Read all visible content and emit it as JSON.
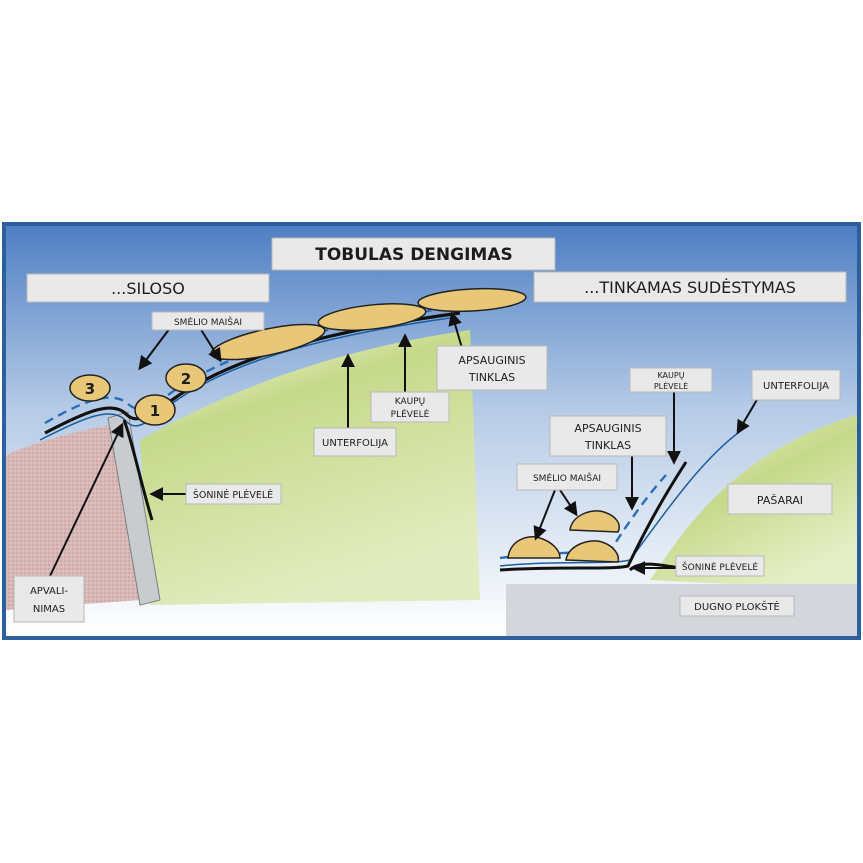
{
  "title": "TOBULAS DENGIMAS",
  "left_panel": {
    "heading": "...SILOSO",
    "labels": {
      "sand_bags": "SMĖLIO MAIŠAI",
      "protective_net_1": "APSAUGINIS",
      "protective_net_2": "TINKLAS",
      "pile_film_1": "KAUPŲ",
      "pile_film_2": "PLĖVELĖ",
      "underfoil": "UNTERFOLIJA",
      "side_film": "ŠONINĖ PLĖVELĖ",
      "rounding_1": "APVALI-",
      "rounding_2": "NIMAS"
    },
    "bag_numbers": [
      "1",
      "2",
      "3"
    ]
  },
  "right_panel": {
    "heading": "...TINKAMAS SUDĖSTYMAS",
    "labels": {
      "pile_film_1": "KAUPŲ",
      "pile_film_2": "PLĖVELĖ",
      "underfoil": "UNTERFOLIJA",
      "protective_net_1": "APSAUGINIS",
      "protective_net_2": "TINKLAS",
      "sand_bags": "SMĖLIO MAIŠAI",
      "fodder": "PAŠARAI",
      "side_film": "ŠONINĖ PLĖVELĖ",
      "bottom_plate": "DUGNO PLOKŠTĖ"
    }
  },
  "colors": {
    "frame": "#2d5f9e",
    "sky_top": "#4f7fc4",
    "fodder_green": "#c6d98a",
    "sand_bag": "#e8c878",
    "net_blue": "#2a6db5",
    "wall_gray": "#c8cccf",
    "ground_pink": "#d9b8b8",
    "bottom_plate": "#d3d6da"
  }
}
